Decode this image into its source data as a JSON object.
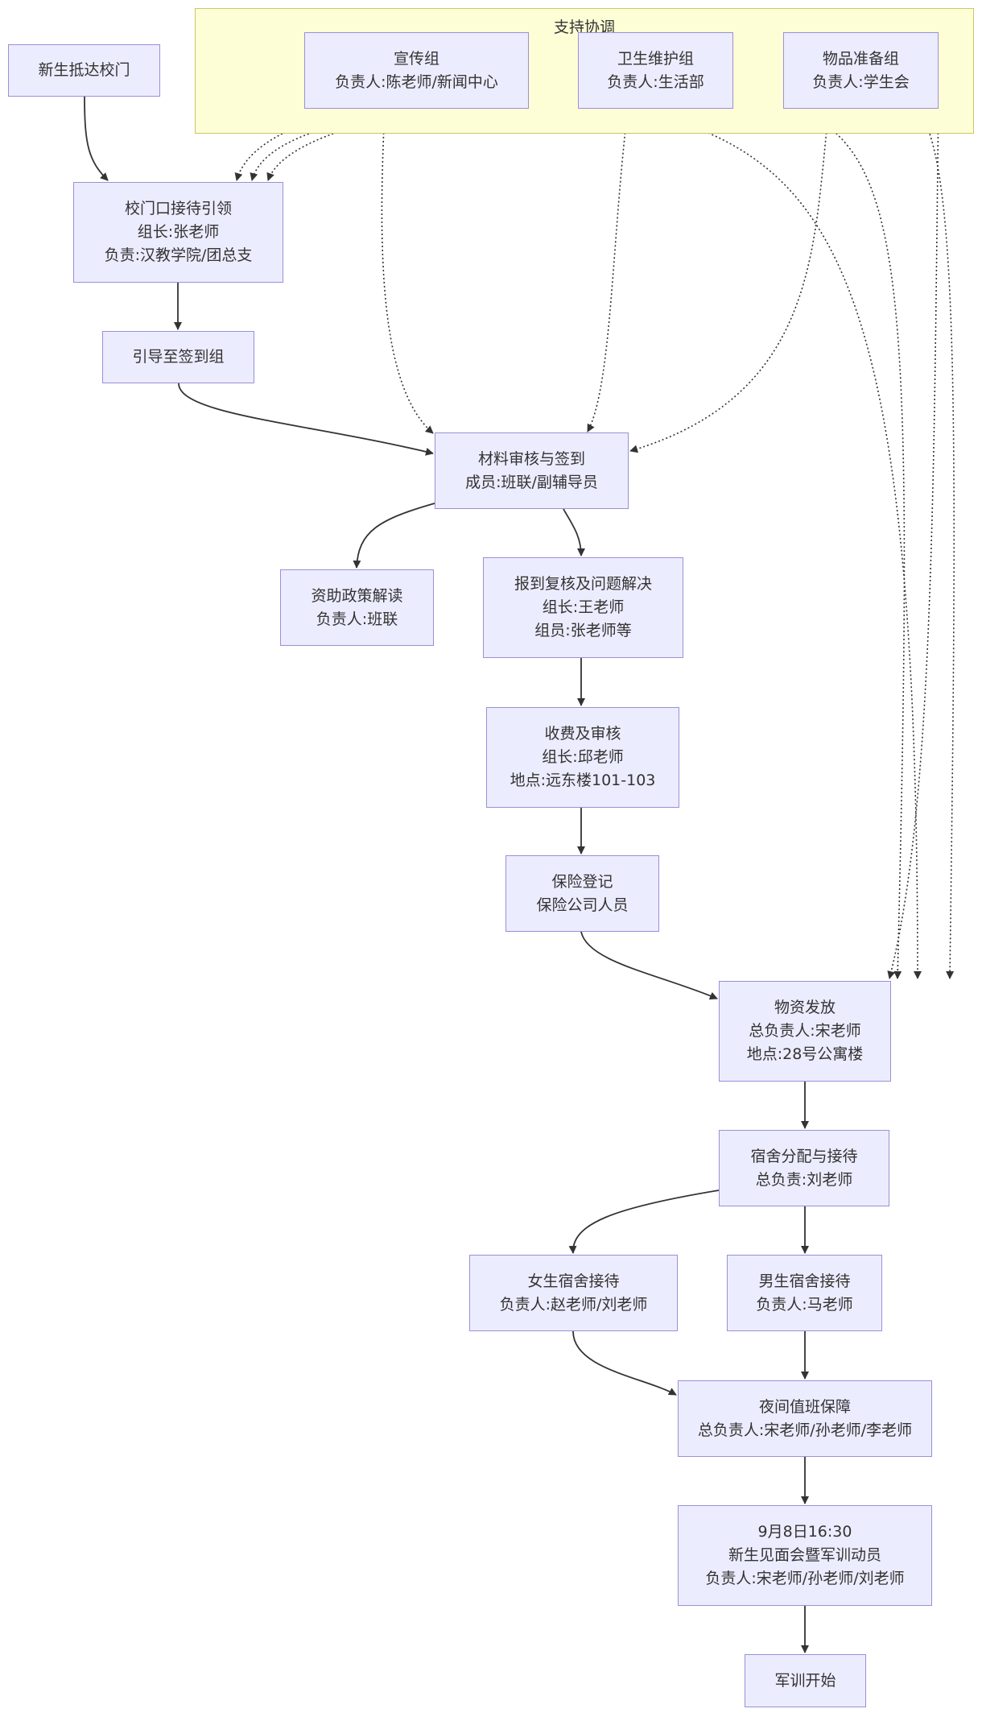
{
  "colors": {
    "node_fill": "#ececff",
    "node_border": "#9b8fd6",
    "cluster_fill": "#fefed6",
    "cluster_border": "#c9c766",
    "edge": "#333333",
    "text": "#333333"
  },
  "cluster": {
    "title": "支持协调"
  },
  "nodes": {
    "xuanchuan": {
      "lines": [
        "宣传组",
        "负责人:陈老师/新闻中心"
      ]
    },
    "weisheng": {
      "lines": [
        "卫生维护组",
        "负责人:生活部"
      ]
    },
    "wupin": {
      "lines": [
        "物品准备组",
        "负责人:学生会"
      ]
    },
    "arrive": {
      "lines": [
        "新生抵达校门"
      ]
    },
    "gate": {
      "lines": [
        "校门口接待引领",
        "组长:张老师",
        "负责:汉教学院/团总支"
      ]
    },
    "guide": {
      "lines": [
        "引导至签到组"
      ]
    },
    "review": {
      "lines": [
        "材料审核与签到",
        "成员:班联/副辅导员"
      ]
    },
    "aid": {
      "lines": [
        "资助政策解读",
        "负责人:班联"
      ]
    },
    "recheck": {
      "lines": [
        "报到复核及问题解决",
        "组长:王老师",
        "组员:张老师等"
      ]
    },
    "fee": {
      "lines": [
        "收费及审核",
        "组长:邱老师",
        "地点:远东楼101-103"
      ]
    },
    "insurance": {
      "lines": [
        "保险登记",
        "保险公司人员"
      ]
    },
    "supplies": {
      "lines": [
        "物资发放",
        "总负责人:宋老师",
        "地点:28号公寓楼"
      ]
    },
    "dorm": {
      "lines": [
        "宿舍分配与接待",
        "总负责:刘老师"
      ]
    },
    "female": {
      "lines": [
        "女生宿舍接待",
        "负责人:赵老师/刘老师"
      ]
    },
    "male": {
      "lines": [
        "男生宿舍接待",
        "负责人:马老师"
      ]
    },
    "night": {
      "lines": [
        "夜间值班保障",
        "总负责人:宋老师/孙老师/李老师"
      ]
    },
    "meeting": {
      "lines": [
        "9月8日16:30",
        "新生见面会暨军训动员",
        "负责人:宋老师/孙老师/刘老师"
      ]
    },
    "training": {
      "lines": [
        "军训开始"
      ]
    }
  }
}
